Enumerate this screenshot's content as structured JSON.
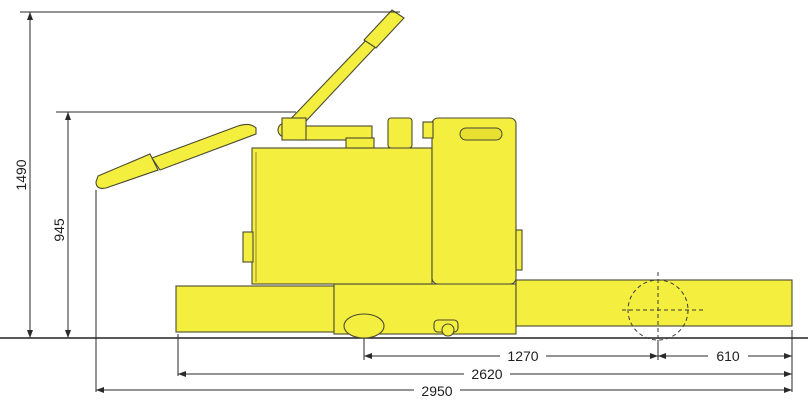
{
  "dimensions": {
    "total_height": "1490",
    "handle_height": "945",
    "front_to_wheel": "1270",
    "wheel_to_fork_tip": "610",
    "overall_length_body": "2620",
    "overall_length_total": "2950"
  },
  "colors": {
    "vehicle": "#f4ee3e",
    "outline": "#4a4a30",
    "dimension_lines": "#2a2a2a"
  }
}
